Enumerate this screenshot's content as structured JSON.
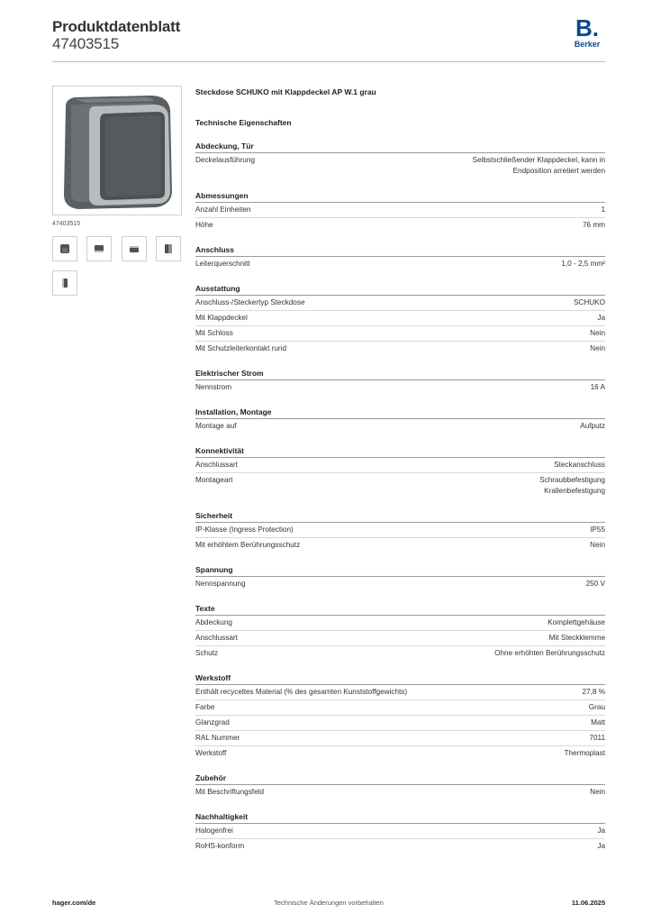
{
  "header": {
    "title": "Produktdatenblatt",
    "number": "47403515",
    "logo_text": "Berker",
    "logo_letter": "B."
  },
  "left": {
    "image_caption": "47403515"
  },
  "product": {
    "name": "Steckdose SCHUKO mit Klappdeckel AP W.1 grau",
    "tech_heading": "Technische Eigenschaften"
  },
  "sections": [
    {
      "title": "Abdeckung, Tür",
      "rows": [
        {
          "label": "Deckelausführung",
          "value": "Selbstschließender Klappdeckel, kann in\nEndposition arretiert werden"
        }
      ]
    },
    {
      "title": "Abmessungen",
      "rows": [
        {
          "label": "Anzahl Einheiten",
          "value": "1"
        },
        {
          "label": "Höhe",
          "value": "76 mm"
        }
      ]
    },
    {
      "title": "Anschluss",
      "rows": [
        {
          "label": "Leiterquerschnitt",
          "value": "1,0 - 2,5 mm²"
        }
      ]
    },
    {
      "title": "Ausstattung",
      "rows": [
        {
          "label": "Anschluss-/Steckertyp Steckdose",
          "value": "SCHUKO"
        },
        {
          "label": "Mit Klappdeckel",
          "value": "Ja"
        },
        {
          "label": "Mit Schloss",
          "value": "Nein"
        },
        {
          "label": "Mit Schutzleiterkontakt rund",
          "value": "Nein"
        }
      ]
    },
    {
      "title": "Elektrischer Strom",
      "rows": [
        {
          "label": "Nennstrom",
          "value": "16 A"
        }
      ]
    },
    {
      "title": "Installation, Montage",
      "rows": [
        {
          "label": "Montage auf",
          "value": "Aufputz"
        }
      ]
    },
    {
      "title": "Konnektivität",
      "rows": [
        {
          "label": "Anschlussart",
          "value": "Steckanschluss"
        },
        {
          "label": "Montageart",
          "value": "Schraubbefestigung\nKrallenbefestigung"
        }
      ]
    },
    {
      "title": "Sicherheit",
      "rows": [
        {
          "label": "IP-Klasse (Ingress Protection)",
          "value": "IP55"
        },
        {
          "label": "Mit erhöhtem Berührungsschutz",
          "value": "Nein"
        }
      ]
    },
    {
      "title": "Spannung",
      "rows": [
        {
          "label": "Nennspannung",
          "value": "250 V"
        }
      ]
    },
    {
      "title": "Texte",
      "rows": [
        {
          "label": "Abdeckung",
          "value": "Komplettgehäuse"
        },
        {
          "label": "Anschlussart",
          "value": "Mit Steckklemme"
        },
        {
          "label": "Schutz",
          "value": "Ohne erhöhten Berührungsschutz"
        }
      ]
    },
    {
      "title": "Werkstoff",
      "rows": [
        {
          "label": "Enthält recyceltes Material (% des gesamten Kunststoffgewichts)",
          "value": "27,8 %"
        },
        {
          "label": "Farbe",
          "value": "Grau"
        },
        {
          "label": "Glanzgrad",
          "value": "Matt"
        },
        {
          "label": "RAL Nummer",
          "value": "7011"
        },
        {
          "label": "Werkstoff",
          "value": "Thermoplast"
        }
      ]
    },
    {
      "title": "Zubehör",
      "rows": [
        {
          "label": "Mit Beschriftungsfeld",
          "value": "Nein"
        }
      ]
    },
    {
      "title": "Nachhaltigkeit",
      "rows": [
        {
          "label": "Halogenfrei",
          "value": "Ja"
        },
        {
          "label": "RoHS-konform",
          "value": "Ja"
        }
      ]
    }
  ],
  "footer": {
    "left": "hager.com/de",
    "center": "Technische Änderungen vorbehalten",
    "right": "11.06.2025"
  },
  "colors": {
    "brand": "#0a4a8c",
    "text": "#222222",
    "rule": "#9a9a9a"
  }
}
